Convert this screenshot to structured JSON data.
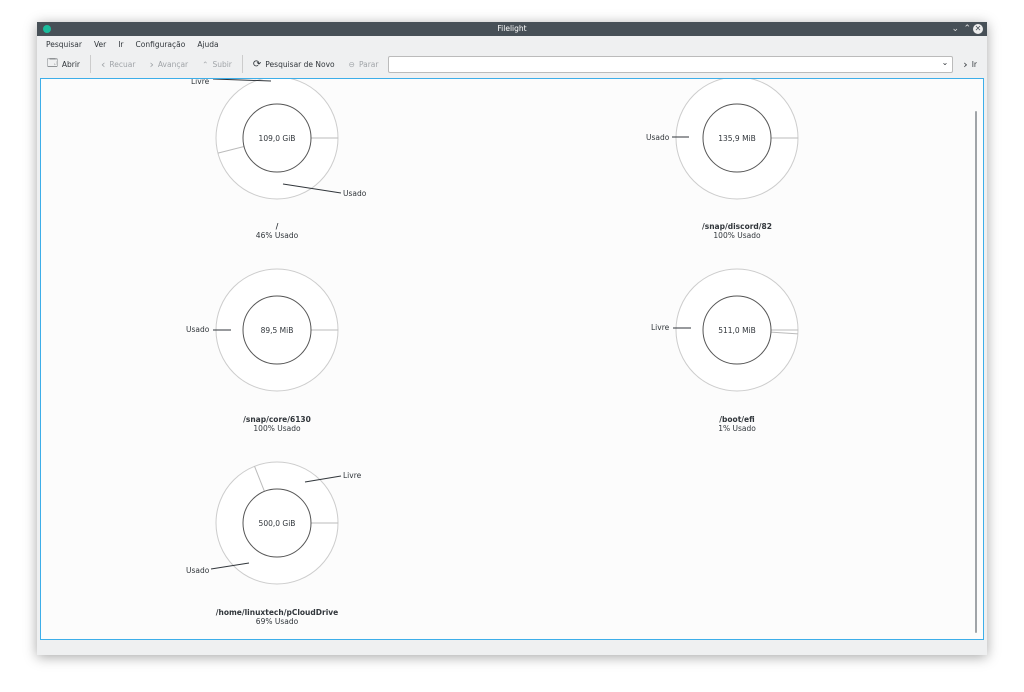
{
  "window": {
    "title": "Filelight"
  },
  "menu": [
    "Pesquisar",
    "Ver",
    "Ir",
    "Configuração",
    "Ajuda"
  ],
  "toolbar": {
    "open": "Abrir",
    "back": "Recuar",
    "forward": "Avançar",
    "up": "Subir",
    "rescan": "Pesquisar de Novo",
    "stop": "Parar",
    "go": "Ir",
    "location": ""
  },
  "disks": [
    {
      "path": "/",
      "usage": "46% Usado",
      "size": "109,0 GiB",
      "used_pct": 46,
      "labels": [
        "Livre",
        "Usado"
      ]
    },
    {
      "path": "/snap/discord/82",
      "usage": "100% Usado",
      "size": "135,9 MiB",
      "used_pct": 100,
      "labels": [
        "Usado"
      ]
    },
    {
      "path": "/snap/core/6130",
      "usage": "100% Usado",
      "size": "89,5 MiB",
      "used_pct": 100,
      "labels": [
        "Usado"
      ]
    },
    {
      "path": "/boot/efi",
      "usage": "1% Usado",
      "size": "511,0 MiB",
      "used_pct": 1,
      "labels": [
        "Livre"
      ]
    },
    {
      "path": "/home/linuxtech/pCloudDrive",
      "usage": "69% Usado",
      "size": "500,0 GiB",
      "used_pct": 69,
      "labels": [
        "Livre",
        "Usado"
      ]
    }
  ]
}
